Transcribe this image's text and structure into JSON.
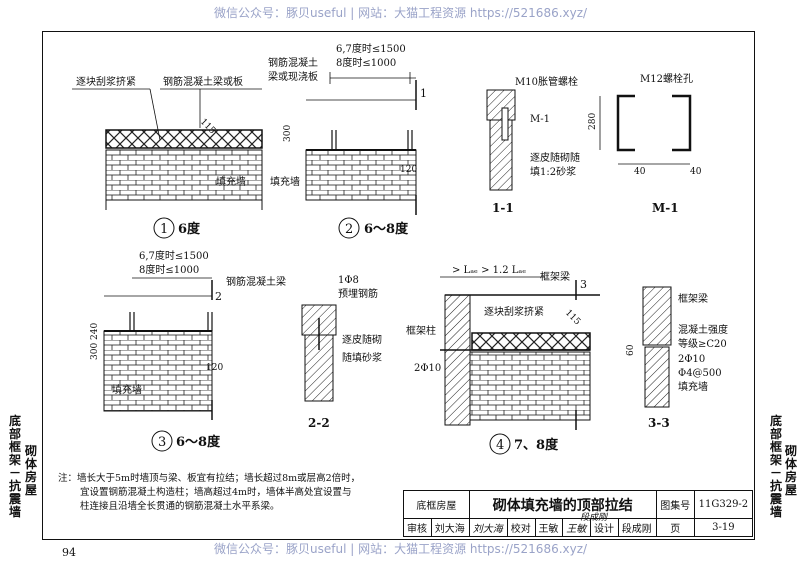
{
  "watermark": {
    "top": "微信公众号：豚贝useful | 网站：大猫工程资源 https://521686.xyz/",
    "bottom": "微信公众号：豚贝useful | 网站：大猫工程资源 https://521686.xyz/"
  },
  "page_number": "94",
  "side_left": {
    "col1": "底部框架－抗震墙",
    "col2": "砌体房屋"
  },
  "side_right": {
    "col1": "底部框架－抗震墙",
    "col2": "砌体房屋"
  },
  "details": {
    "d1": {
      "label_a": "逐块刮浆挤紧",
      "label_b": "钢筋混凝土梁或板",
      "dim_115": "115",
      "fill_wall": "填充墙",
      "num": "1",
      "caption": "6度"
    },
    "d2": {
      "dim_top_1": "6,7度时≤1500",
      "dim_top_2": "8度时≤1000",
      "label_a": "钢筋混凝土",
      "label_b": "梁或现浇板",
      "dim_300": "300",
      "dim_120": "120",
      "fill_wall": "填充墙",
      "cut_mark": "1",
      "num": "2",
      "caption": "6～8度"
    },
    "d3": {
      "dim_top_1": "6,7度时≤1500",
      "dim_top_2": "8度时≤1000",
      "label_a": "钢筋混凝土梁",
      "dim_side": "300 240",
      "dim_120": "120",
      "fill_wall": "填充墙",
      "cut_mark": "2",
      "num": "3",
      "caption": "6～8度"
    },
    "d4": {
      "dim_top": "> Lₐₑ > 1.2 Lₐₑ",
      "label_beam": "框架梁",
      "label_col": "框架柱",
      "label_a": "逐块刮浆挤紧",
      "dim_115": "115",
      "bar": "2Φ10",
      "cut_mark": "3",
      "num": "4",
      "caption": "7、8度"
    },
    "s11": {
      "label_bolt": "M10胀管螺栓",
      "label_m1": "M-1",
      "label_fill_1": "逐皮随砌随",
      "label_fill_2": "填1:2砂浆",
      "caption": "1-1"
    },
    "m1": {
      "label_hole": "M12螺栓孔",
      "dim_280": "280",
      "dim_40a": "40",
      "dim_40b": "40",
      "caption": "M-1"
    },
    "s22": {
      "label_bar": "1Φ8",
      "label_pre": "预埋钢筋",
      "label_fill_1": "逐皮随砌",
      "label_fill_2": "随填砂浆",
      "caption": "2-2"
    },
    "s33": {
      "label_beam": "框架梁",
      "label_conc_1": "混凝土强度",
      "label_conc_2": "等级≥C20",
      "dim_60": "60",
      "bar_1": "2Φ10",
      "bar_2": "Φ4@500",
      "fill_wall": "填充墙",
      "caption": "3-3"
    }
  },
  "notes": {
    "lead": "注：",
    "line1": "墙长大于5m时墙顶与梁、板宜有拉结；墙长超过8m或层高2倍时，",
    "line2": "宜设置钢筋混凝土构造柱；墙高超过4m时，墙体半高处宜设置与",
    "line3": "柱连接且沿墙全长贯通的钢筋混凝土水平系梁。"
  },
  "title_block": {
    "category": "底框房屋",
    "title": "砌体填充墙的顶部拉结",
    "atlas_label": "图集号",
    "atlas_no": "11G329-2",
    "review_label": "审核",
    "reviewer": "刘大海",
    "review_sig": "刘大海",
    "check_label": "校对",
    "checker": "王敏",
    "check_sig": "王敏",
    "design_label": "设计",
    "designer": "段成刚",
    "design_sig": "段成刚",
    "page_label": "页",
    "page": "3-19"
  }
}
